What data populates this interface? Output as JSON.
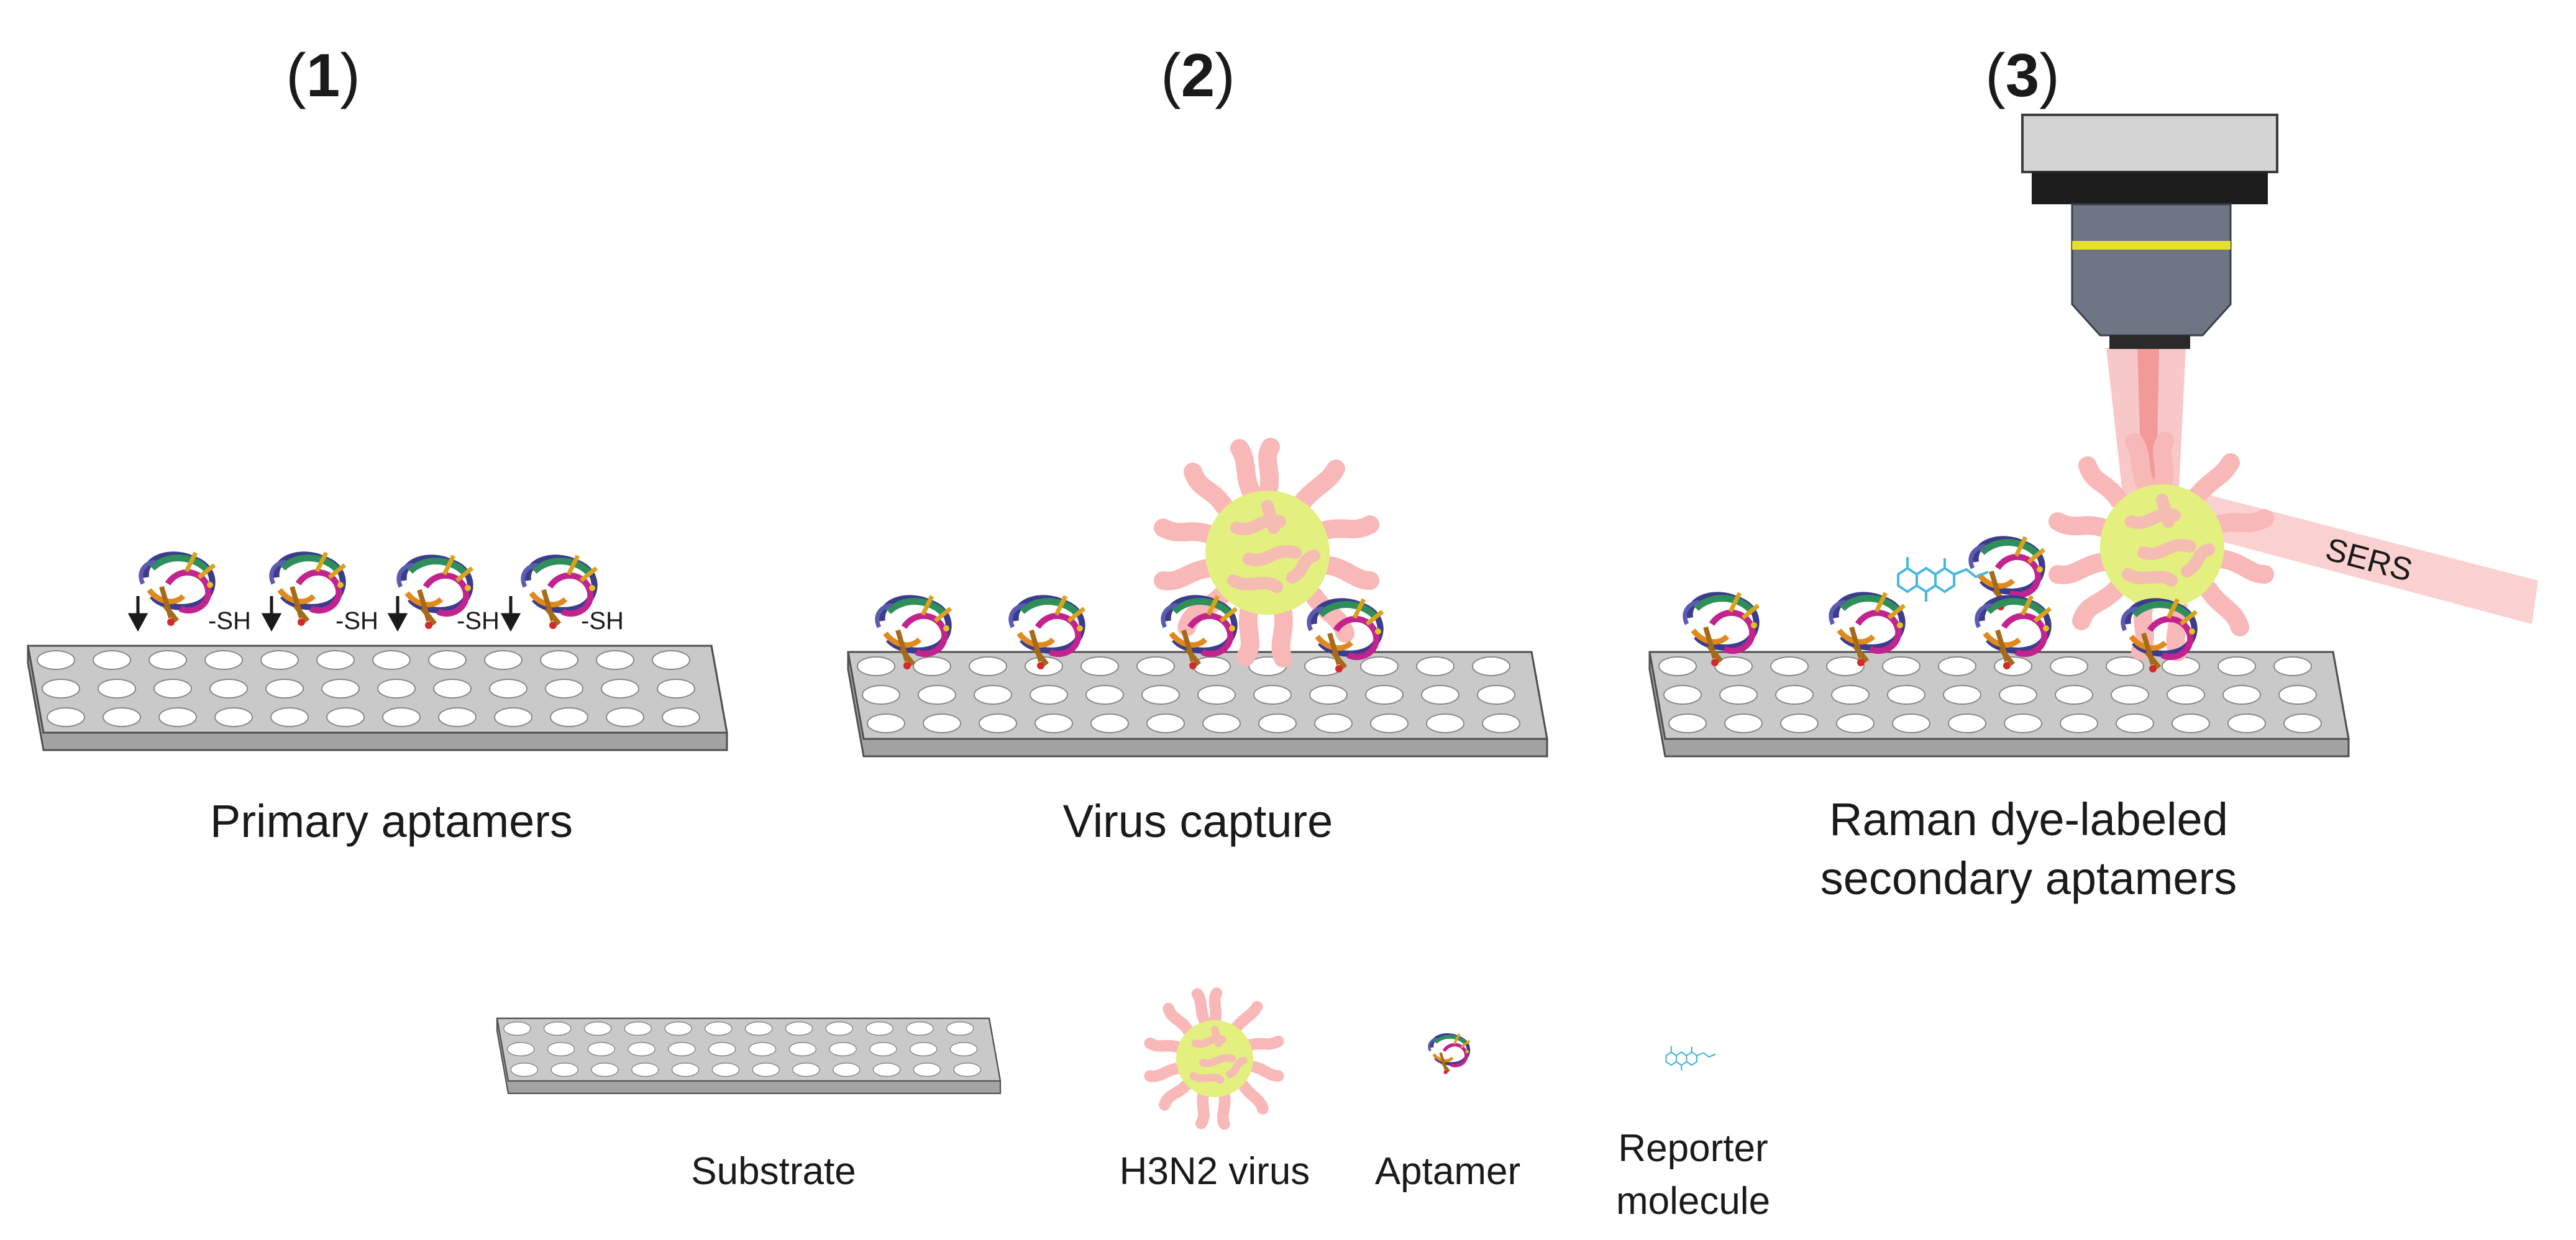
{
  "steps": [
    {
      "open": "(",
      "num": "1",
      "close": ")",
      "caption_lines": [
        "Primary aptamers"
      ]
    },
    {
      "open": "(",
      "num": "2",
      "close": ")",
      "caption_lines": [
        "Virus capture"
      ]
    },
    {
      "open": "(",
      "num": "3",
      "close": ")",
      "caption_lines": [
        "Raman dye-labeled",
        "secondary aptamers"
      ]
    }
  ],
  "thiol_label": "-SH",
  "signal_label": "SERS",
  "legend": {
    "substrate": "Substrate",
    "virus": "H3N2 virus",
    "aptamer": "Aptamer",
    "reporter_lines": [
      "Reporter",
      "molecule"
    ]
  },
  "colors": {
    "substrate_top": "#c9c9c9",
    "substrate_side": "#a3a3a3",
    "hole": "#ffffff",
    "virus_core": "#e3ef7e",
    "virus_spike": "#f8b8b8",
    "laser": "#f39a9a",
    "objective_body": "#6e7585",
    "objective_band": "#e5e02e",
    "reporter": "#49b7dc"
  }
}
